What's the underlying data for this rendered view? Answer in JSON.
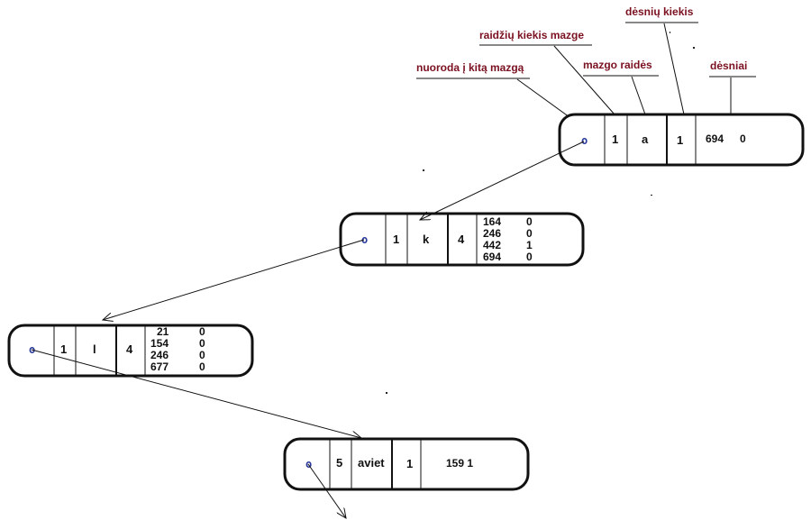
{
  "labels": {
    "pointer": "nuoroda į kitą mazgą",
    "letter_count": "raidžių kiekis mazge",
    "letters": "mazgo raidės",
    "rule_count": "dėsnių kiekis",
    "rules": "dėsniai"
  },
  "nodes": [
    {
      "pointer": "o",
      "count": "1",
      "letters": "a",
      "rule_count": "1",
      "rules": [
        [
          "694",
          "0"
        ]
      ]
    },
    {
      "pointer": "o",
      "count": "1",
      "letters": "k",
      "rule_count": "4",
      "rules": [
        [
          "164",
          "0"
        ],
        [
          "246",
          "0"
        ],
        [
          "442",
          "1"
        ],
        [
          "694",
          "0"
        ]
      ]
    },
    {
      "pointer": "o",
      "count": "1",
      "letters": "l",
      "rule_count": "4",
      "rules": [
        [
          "21",
          "0"
        ],
        [
          "154",
          "0"
        ],
        [
          "246",
          "0"
        ],
        [
          "677",
          "0"
        ]
      ]
    },
    {
      "pointer": "o",
      "count": "5",
      "letters": "aviet",
      "rule_count": "1",
      "rules_text": "159 1"
    }
  ],
  "colors": {
    "label": "#7a1020",
    "pointer": "#2a3a9a",
    "outline": "#111111"
  }
}
